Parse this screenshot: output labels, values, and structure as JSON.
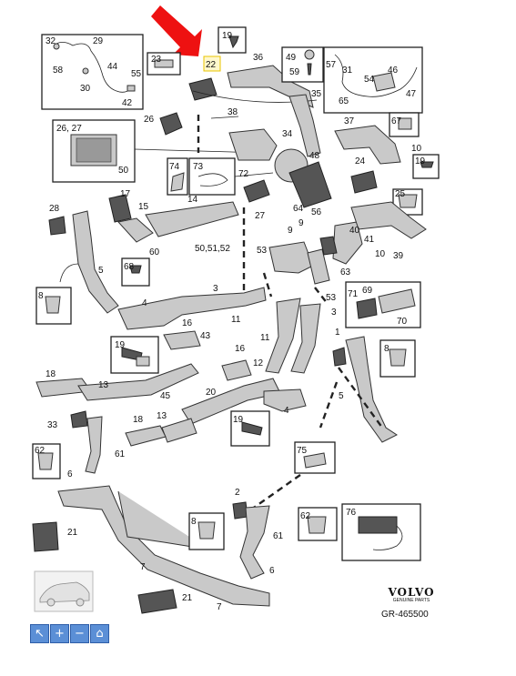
{
  "brand": {
    "name": "VOLVO",
    "tagline": "GENUINE PARTS"
  },
  "reference": "GR-465500",
  "toolbar": [
    {
      "name": "pointer-icon",
      "glyph": "↖"
    },
    {
      "name": "zoom-in-icon",
      "glyph": "+"
    },
    {
      "name": "zoom-out-icon",
      "glyph": "−"
    },
    {
      "name": "home-icon",
      "glyph": "⌂"
    }
  ],
  "labels": {
    "l19a": "19",
    "l22": "22",
    "l23": "23",
    "l32": "32",
    "l29": "29",
    "l58": "58",
    "l44": "44",
    "l55": "55",
    "l30": "30",
    "l42": "42",
    "l36": "36",
    "l35": "35",
    "l49": "49",
    "l59": "59",
    "l57": "57",
    "l31": "31",
    "l54": "54",
    "l46": "46",
    "l47": "47",
    "l65": "65",
    "l37": "37",
    "l67": "67",
    "l10a": "10",
    "l38": "38",
    "l26": "26",
    "l2627": "26, 27",
    "l50a": "50",
    "l34": "34",
    "l48": "48",
    "l24": "24",
    "l19b": "19",
    "l25": "25",
    "l74": "74",
    "l73": "73",
    "l72": "72",
    "l27": "27",
    "l64": "64",
    "l56": "56",
    "l9a": "9",
    "l9b": "9",
    "l28": "28",
    "l17": "17",
    "l15": "15",
    "l14": "14",
    "l60": "60",
    "l505152": "50,51,52",
    "l40": "40",
    "l41": "41",
    "l10b": "10",
    "l39": "39",
    "l68": "68",
    "l5a": "5",
    "l53a": "53",
    "l63": "63",
    "l8a": "8",
    "l4a": "4",
    "l3a": "3",
    "l53b": "53",
    "l3b": "3",
    "l71": "71",
    "l69": "69",
    "l70": "70",
    "l16a": "16",
    "l11a": "11",
    "l19c": "19",
    "l43": "43",
    "l16b": "16",
    "l11b": "11",
    "l1": "1",
    "l8b": "8",
    "l18a": "18",
    "l13a": "13",
    "l45": "45",
    "l12": "12",
    "l20": "20",
    "l5b": "5",
    "l4b": "4",
    "l33": "33",
    "l18b": "18",
    "l13b": "13",
    "l19d": "19",
    "l62a": "62",
    "l61a": "61",
    "l6a": "6",
    "l75": "75",
    "l2": "2",
    "l21a": "21",
    "l8c": "8",
    "l61b": "61",
    "l62b": "62",
    "l76": "76",
    "l6b": "6",
    "l7a": "7",
    "l21b": "21",
    "l7b": "7"
  }
}
